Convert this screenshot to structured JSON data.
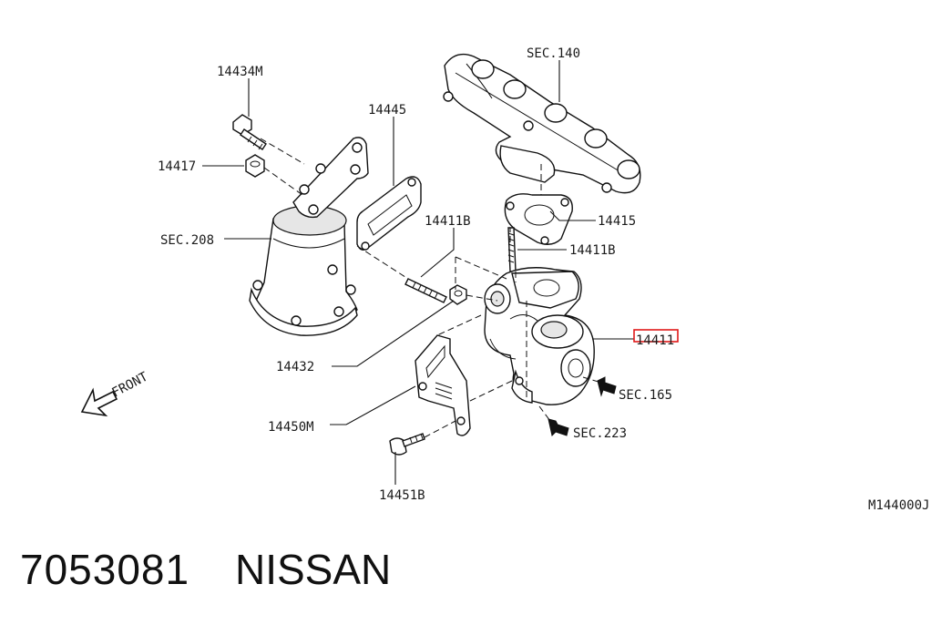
{
  "diagram": {
    "labels": {
      "p14434M": "14434M",
      "p14445": "14445",
      "p14417": "14417",
      "sec208": "SEC.208",
      "sec140": "SEC.140",
      "p14415": "14415",
      "p14411B_upper": "14411B",
      "p14411B_mid": "14411B",
      "p14411": "14411",
      "p14432": "14432",
      "p14450M": "14450M",
      "p14451B": "14451B",
      "sec165": "SEC.165",
      "sec223": "SEC.223",
      "front": "FRONT",
      "ref_code": "M144000J"
    },
    "highlight_color": "#e01818"
  },
  "footer": {
    "part_number": "7053081",
    "brand": "NISSAN"
  }
}
